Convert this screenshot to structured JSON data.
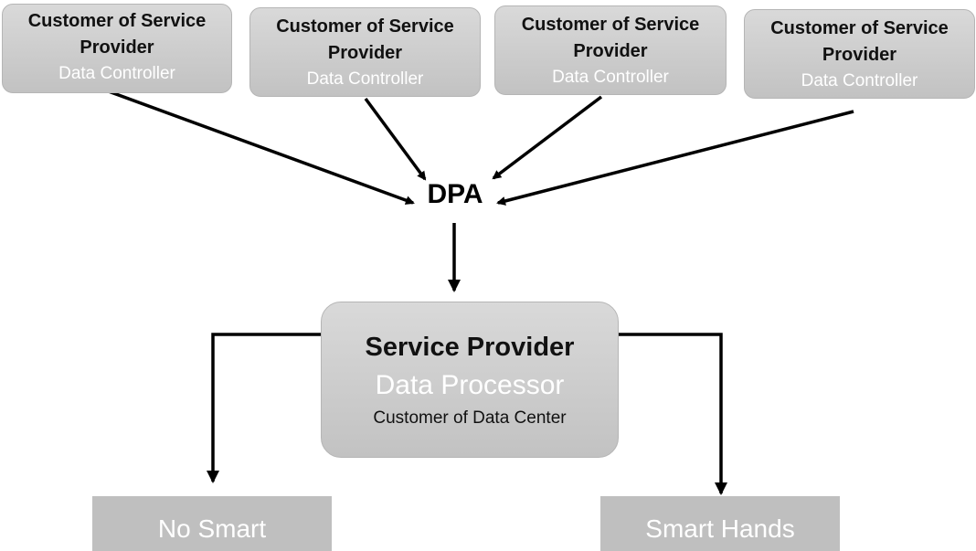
{
  "customers": [
    {
      "title_line1": "Customer of Service",
      "title_line2": "Provider",
      "role": "Data Controller"
    },
    {
      "title_line1": "Customer of Service",
      "title_line2": "Provider",
      "role": "Data Controller"
    },
    {
      "title_line1": "Customer of Service",
      "title_line2": "Provider",
      "role": "Data Controller"
    },
    {
      "title_line1": "Customer of Service",
      "title_line2": "Provider",
      "role": "Data Controller"
    }
  ],
  "dpa_label": "DPA",
  "service_provider": {
    "title": "Service Provider",
    "role": "Data Processor",
    "subtitle": "Customer of Data Center"
  },
  "outcomes": [
    {
      "label": "No Smart"
    },
    {
      "label": "Smart Hands"
    }
  ],
  "colors": {
    "box_fill": "#c9c9c9",
    "box_border": "#b5b5b5",
    "role_text": "#ffffff",
    "arrow": "#000000",
    "bottom_fill": "#bfbfbf"
  }
}
